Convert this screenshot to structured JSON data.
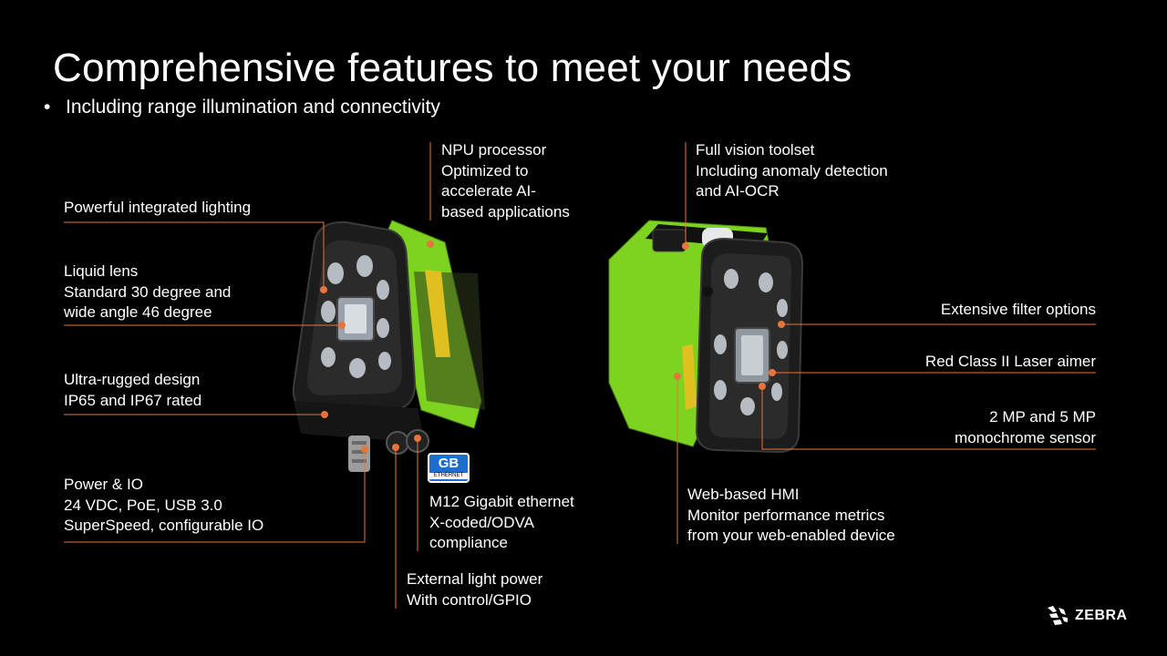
{
  "slide": {
    "title": "Comprehensive features to meet your needs",
    "subtitle": "Including range illumination and connectivity"
  },
  "colors": {
    "accent": "#e8743b",
    "device_green": "#7ed321",
    "device_body": "#2b2b2b",
    "background": "#000000"
  },
  "labels": {
    "lighting": [
      "Powerful integrated lighting"
    ],
    "lens": [
      "Liquid lens",
      "Standard 30 degree and",
      "wide angle 46 degree"
    ],
    "rugged": [
      "Ultra-rugged design",
      "IP65 and IP67 rated"
    ],
    "power": [
      "Power & IO",
      "24 VDC, PoE, USB 3.0",
      "SuperSpeed, configurable IO"
    ],
    "npu": [
      "NPU processor",
      "Optimized to",
      "accelerate AI-",
      "based applications"
    ],
    "ethernet": [
      "M12 Gigabit ethernet",
      "X-coded/ODVA",
      "compliance"
    ],
    "ext_light": [
      "External light power",
      "With control/GPIO"
    ],
    "vision": [
      "Full vision toolset",
      "Including anomaly detection",
      "and AI-OCR"
    ],
    "filter": [
      "Extensive filter options"
    ],
    "laser": [
      "Red Class II Laser aimer"
    ],
    "sensor": [
      "2 MP and 5 MP",
      "monochrome sensor"
    ],
    "hmi": [
      "Web-based HMI",
      "Monitor performance metrics",
      "from your web-enabled device"
    ]
  },
  "badge": {
    "top": "GB",
    "bottom": "ETHERNET"
  },
  "logo": {
    "text": "ZEBRA",
    "icon": "zebra-head-icon"
  }
}
